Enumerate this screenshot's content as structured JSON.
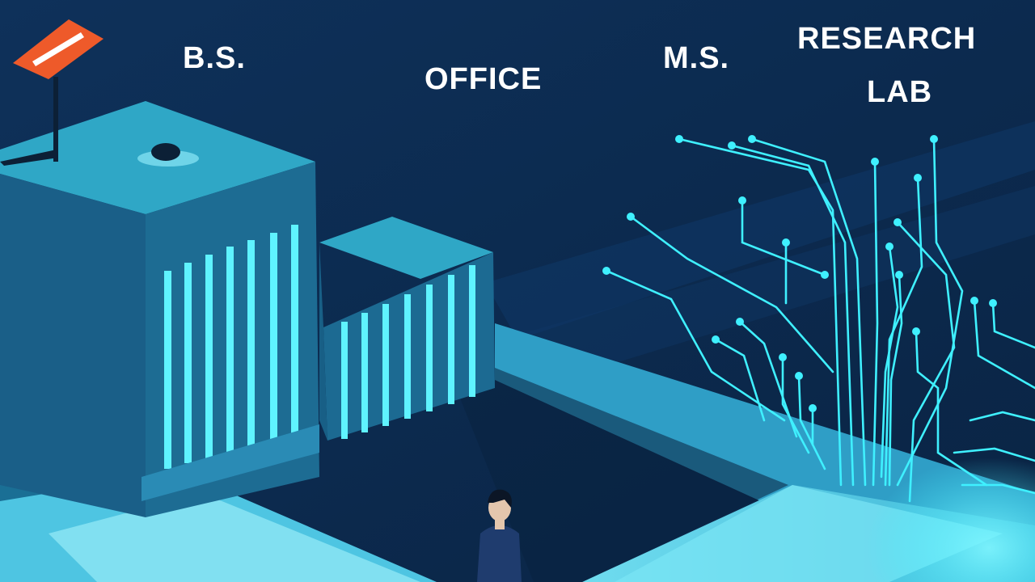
{
  "labels": {
    "bs": "B.S.",
    "office": "OFFICE",
    "ms": "M.S.",
    "research": "RESEARCH",
    "lab": "LAB"
  },
  "colors": {
    "background": "#0b2a4d",
    "floor": "#5fd4ea",
    "glow": "#3ff0ff",
    "building_top": "#2fa7c6",
    "building_front": "#1a6f95",
    "building_side": "#1d5a80",
    "flag": "#ee5a2a",
    "figure": "#1f3c6e"
  },
  "icons": {
    "flag": "flag-icon",
    "dome": "rooftop-dome-icon",
    "person": "person-figure-icon",
    "circuit": "circuit-traces-icon"
  }
}
